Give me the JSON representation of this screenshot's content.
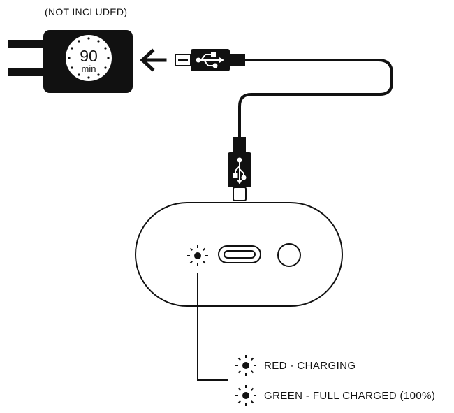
{
  "adapter": {
    "note": "(NOT INCLUDED)",
    "timer_value": "90",
    "timer_unit": "min"
  },
  "legend": [
    {
      "text": "RED - CHARGING",
      "color": "#d32f2f"
    },
    {
      "text": "GREEN - FULL CHARGED (100%)",
      "color": "#2e7d32"
    }
  ],
  "colors": {
    "ink": "#111111",
    "device_fill": "#ffffff"
  },
  "icons": [
    "usb-symbol-icon",
    "led-indicator-icon",
    "arrow-left-icon",
    "arrow-down-icon"
  ]
}
